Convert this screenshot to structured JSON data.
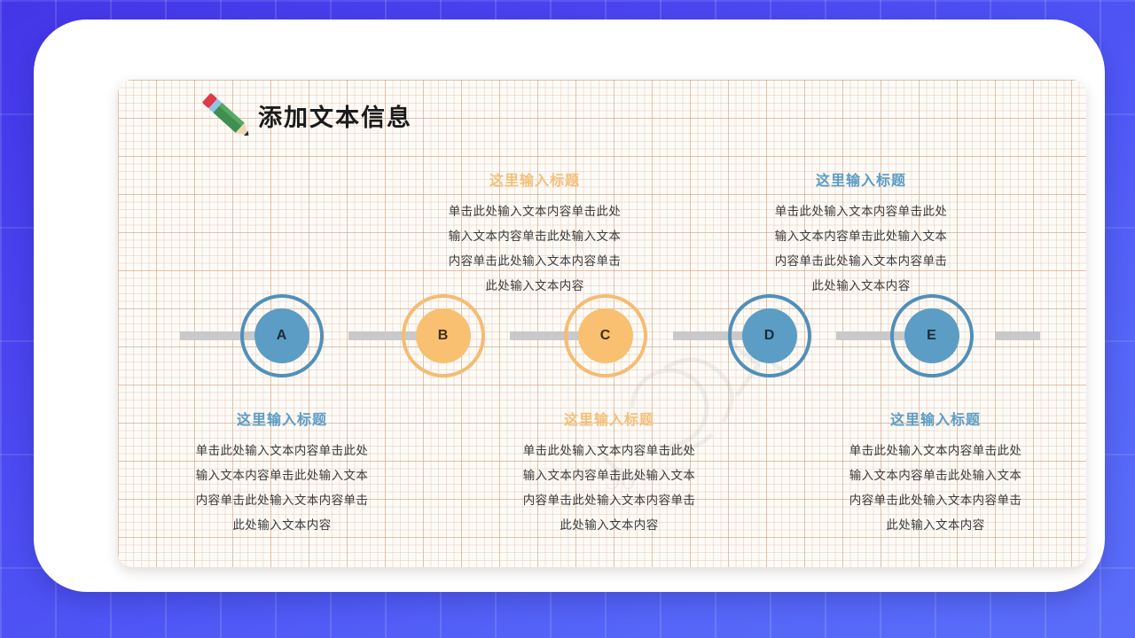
{
  "slide": {
    "title": "添加文本信息",
    "title_icon": "pencil-icon",
    "accent_blue": "#5b9dc4",
    "accent_orange": "#f5bc72",
    "background_color": "#4f4bf2",
    "card_color": "#ffffff",
    "paper_color": "#fdfbf8",
    "axis_color": "#c9c9c9"
  },
  "nodes": [
    {
      "label": "A",
      "color": "blue"
    },
    {
      "label": "B",
      "color": "orange"
    },
    {
      "label": "C",
      "color": "orange"
    },
    {
      "label": "D",
      "color": "blue"
    },
    {
      "label": "E",
      "color": "blue"
    }
  ],
  "blocks": {
    "top": [
      {
        "title": "这里输入标题",
        "title_color": "orange",
        "lines": [
          "单击此处输入文本内容单击此处",
          "输入文本内容单击此处输入文本",
          "内容单击此处输入文本内容单击",
          "此处输入文本内容"
        ]
      },
      {
        "title": "这里输入标题",
        "title_color": "blue",
        "lines": [
          "单击此处输入文本内容单击此处",
          "输入文本内容单击此处输入文本",
          "内容单击此处输入文本内容单击",
          "此处输入文本内容"
        ]
      }
    ],
    "bottom": [
      {
        "title": "这里输入标题",
        "title_color": "blue",
        "lines": [
          "单击此处输入文本内容单击此处",
          "输入文本内容单击此处输入文本",
          "内容单击此处输入文本内容单击",
          "此处输入文本内容"
        ]
      },
      {
        "title": "这里输入标题",
        "title_color": "orange",
        "lines": [
          "单击此处输入文本内容单击此处",
          "输入文本内容单击此处输入文本",
          "内容单击此处输入文本内容单击",
          "此处输入文本内容"
        ]
      },
      {
        "title": "这里输入标题",
        "title_color": "blue",
        "lines": [
          "单击此处输入文本内容单击此处",
          "输入文本内容单击此处输入文本",
          "内容单击此处输入文本内容单击",
          "此处输入文本内容"
        ]
      }
    ]
  }
}
